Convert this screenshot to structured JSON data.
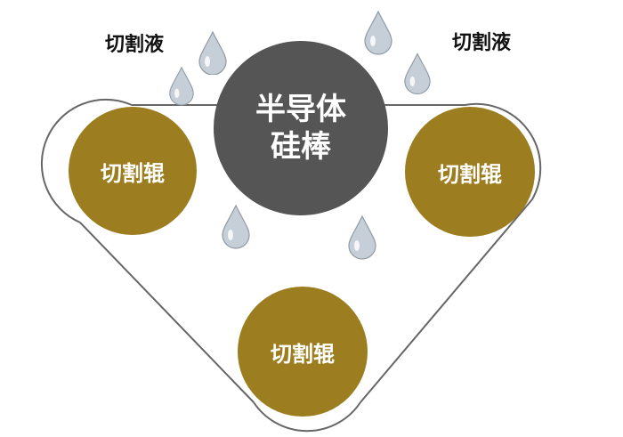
{
  "diagram": {
    "center": {
      "label": "半导体\n硅棒",
      "color": "#555555"
    },
    "rollers": [
      {
        "label": "切割辊",
        "color": "#9c7d20"
      },
      {
        "label": "切割辊",
        "color": "#9c7d20"
      },
      {
        "label": "切割辊",
        "color": "#9c7d20"
      }
    ],
    "fluid_labels": [
      "切割液",
      "切割液"
    ],
    "wire_color": "#666666",
    "droplet_icon": "water-drop-icon"
  }
}
